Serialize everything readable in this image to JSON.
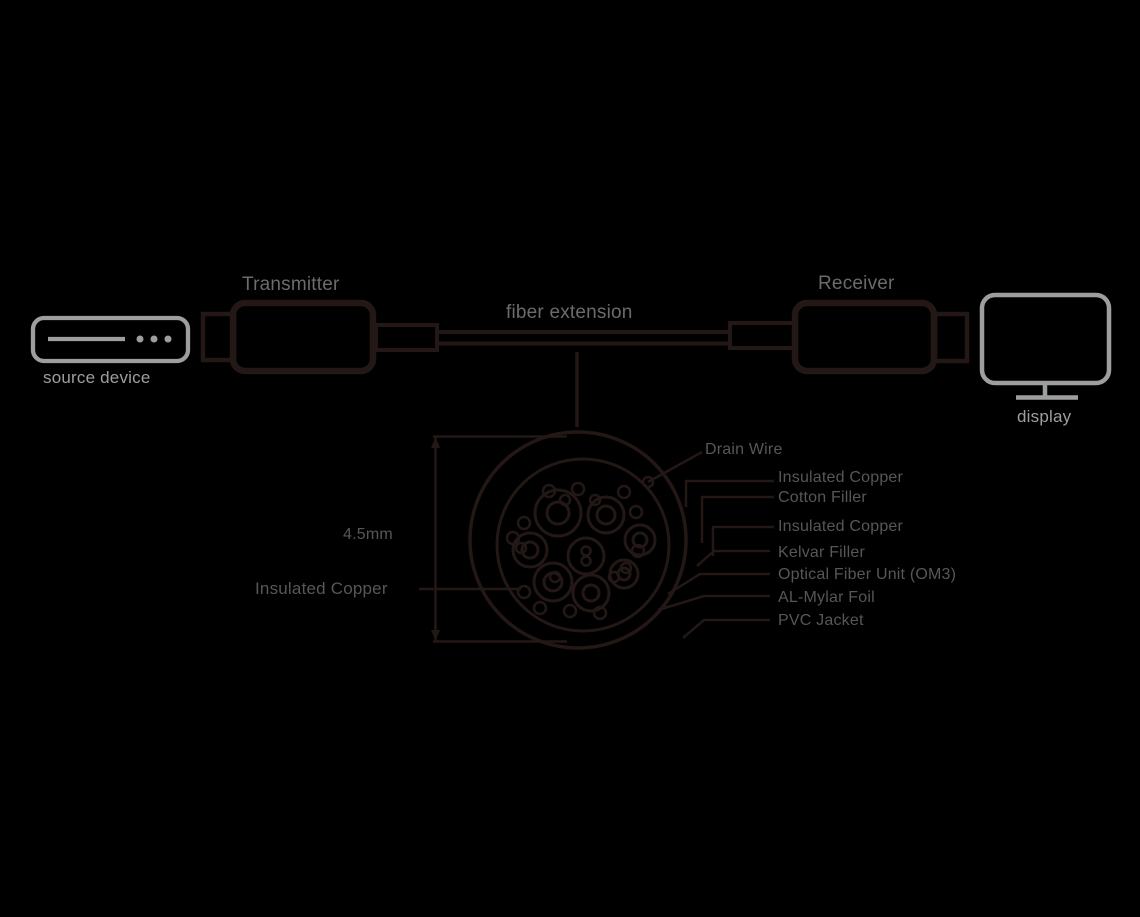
{
  "colors": {
    "background": "#000000",
    "line-dark": "#231815",
    "title-gray": "#6b6b6b",
    "device-gray": "#9d9e9e",
    "label-gray": "#585656"
  },
  "modules": {
    "transmitter": "Transmitter",
    "receiver": "Receiver",
    "cable": "fiber extension"
  },
  "devices": {
    "source": "source device",
    "display": "display"
  },
  "cross_section": {
    "diameter": "4.5mm",
    "left_label": "Insulated Copper",
    "drain_label": "Drain Wire",
    "right_labels": [
      "Insulated Copper",
      "Cotton Filler",
      "Insulated Copper",
      "Kelvar Filler",
      "Optical Fiber Unit (OM3)",
      "AL-Mylar Foil",
      "PVC Jacket"
    ]
  }
}
